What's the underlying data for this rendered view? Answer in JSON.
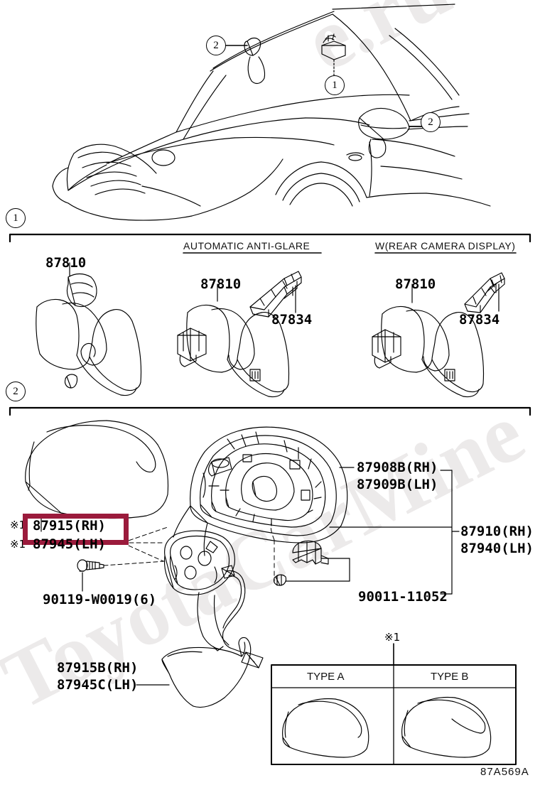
{
  "diagram": {
    "code": "87A569A",
    "watermark_1": "ToyotaCarMine",
    "watermark_2": "e.ru"
  },
  "vehicle_callouts": [
    {
      "id": "callout-2-windshield",
      "label": "2"
    },
    {
      "id": "callout-1-inner-mirror",
      "label": "1"
    },
    {
      "id": "callout-2-outer-mirror",
      "label": "2"
    }
  ],
  "section_1": {
    "marker": "1",
    "variants": [
      {
        "heading": "",
        "parts": [
          "87810"
        ]
      },
      {
        "heading": "AUTOMATIC ANTI-GLARE",
        "parts": [
          "87810",
          "87834"
        ]
      },
      {
        "heading": "W(REAR CAMERA DISPLAY)",
        "parts": [
          "87810",
          "87834"
        ]
      }
    ],
    "labels": {
      "mirror_a": "87810",
      "mirror_b": "87810",
      "cover_b": "87834",
      "mirror_c": "87810",
      "cover_c": "87834",
      "head_b": "AUTOMATIC ANTI-GLARE",
      "head_c": "W(REAR CAMERA DISPLAY)"
    }
  },
  "section_2": {
    "marker": "2",
    "labels": {
      "cover_rh": "87915(RH)",
      "cover_lh": "87945(LH)",
      "cover_star_rh": "※1",
      "cover_star_lh": "※1",
      "mirror_glass_rh": "87908B(RH)",
      "mirror_glass_lh": "87909B(LH)",
      "assy_rh": "87910(RH)",
      "assy_lh": "87940(LH)",
      "screw": "90119-W0019(6)",
      "clip": "90011-11052",
      "lower_cover_rh": "87915B(RH)",
      "lower_cover_lh": "87945C(LH)"
    },
    "type_box": {
      "marker": "※1",
      "columns": [
        "TYPE A",
        "TYPE B"
      ]
    }
  }
}
